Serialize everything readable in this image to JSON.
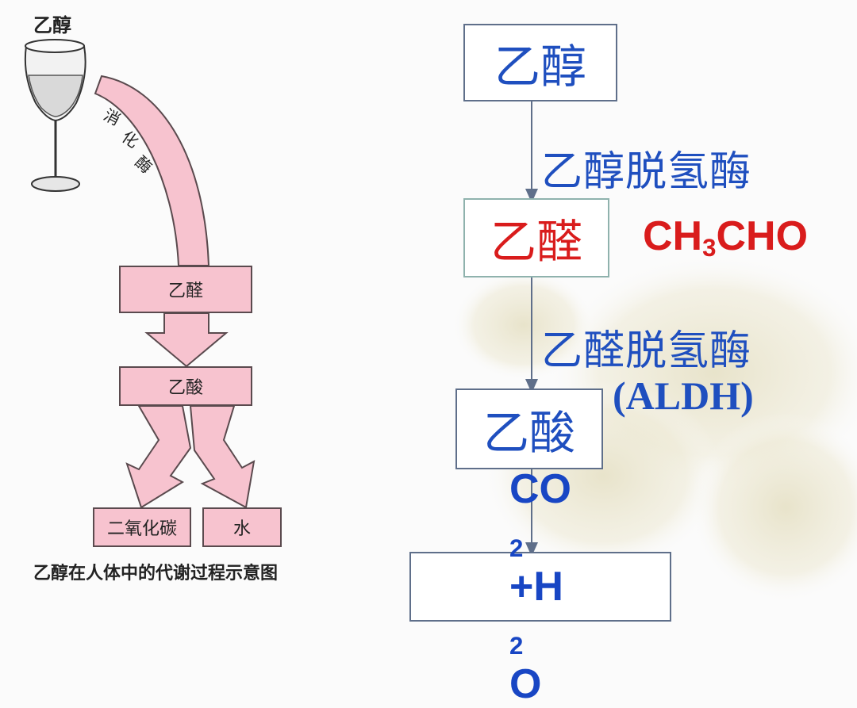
{
  "left_diagram": {
    "top_label": "乙醇",
    "curve_label_chars": [
      "消",
      "化",
      "酶"
    ],
    "box_acetaldehyde": "乙醛",
    "box_acetic_acid": "乙酸",
    "box_co2": "二氧化碳",
    "box_water": "水",
    "caption": "乙醇在人体中的代谢过程示意图",
    "pink_color": "#f7c3cf"
  },
  "right_diagram": {
    "step1": "乙醇",
    "enzyme1": "乙醇脱氢酶",
    "step2": "乙醛",
    "step2_formula": {
      "part1": "CH",
      "sub": "3",
      "part2": "CHO"
    },
    "enzyme2": "乙醛脱氢酶",
    "enzyme2_abbr": "(ALDH)",
    "step3": "乙酸",
    "final_product": {
      "p1": "CO",
      "s1": "2",
      "p2": "+H",
      "s2": "2",
      "p3": "O"
    },
    "text_blue": "#1f4fbf",
    "text_red": "#d91c1c",
    "formula_blue": "#1846c4"
  }
}
